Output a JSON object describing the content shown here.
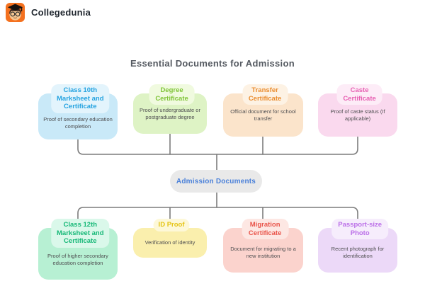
{
  "header": {
    "brand": "Collegedunia",
    "logo_bg": "#f4711f",
    "logo_icon": "graduate-mascot-icon"
  },
  "page_title": "Essential Documents for Admission",
  "center_node": {
    "label": "Admission Documents",
    "bg": "#e9e9e9",
    "text_color": "#4a80d9"
  },
  "connectors": {
    "color": "#7c7c7c"
  },
  "cards": [
    {
      "title": "Class 10th Marksheet and Certificate",
      "description": "Proof of secondary education completion",
      "colors": {
        "outer": "#c9e9f8",
        "pill": "#e3f4fc",
        "title": "#25a3e0"
      }
    },
    {
      "title": "Degree Certificate",
      "description": "Proof of undergraduate or postgraduate degree",
      "colors": {
        "outer": "#def3c5",
        "pill": "#f0fadf",
        "title": "#7fc437"
      }
    },
    {
      "title": "Transfer Certificate",
      "description": "Official document for school transfer",
      "colors": {
        "outer": "#fbe4cb",
        "pill": "#fdf2e4",
        "title": "#ea8c2e"
      }
    },
    {
      "title": "Caste Certificate",
      "description": "Proof of caste status (If applicable)",
      "colors": {
        "outer": "#fad9ee",
        "pill": "#fdecf7",
        "title": "#e760b2"
      }
    },
    {
      "title": "Class 12th Marksheet and Certificate",
      "description": "Proof of higher secondary education completion",
      "colors": {
        "outer": "#b7f0d3",
        "pill": "#daf8ea",
        "title": "#16b877"
      }
    },
    {
      "title": "ID Proof",
      "description": "Verification of identity",
      "colors": {
        "outer": "#faefad",
        "pill": "#fdf8d8",
        "title": "#e5c414"
      }
    },
    {
      "title": "Migration Certificate",
      "description": "Document for migrating to a new institution",
      "colors": {
        "outer": "#fbd3cd",
        "pill": "#fde7e3",
        "title": "#e9544a"
      }
    },
    {
      "title": "Passport-size Photo",
      "description": "Recent photograph for identification",
      "colors": {
        "outer": "#ecd9f8",
        "pill": "#f6edfc",
        "title": "#bb6fe8"
      }
    }
  ]
}
